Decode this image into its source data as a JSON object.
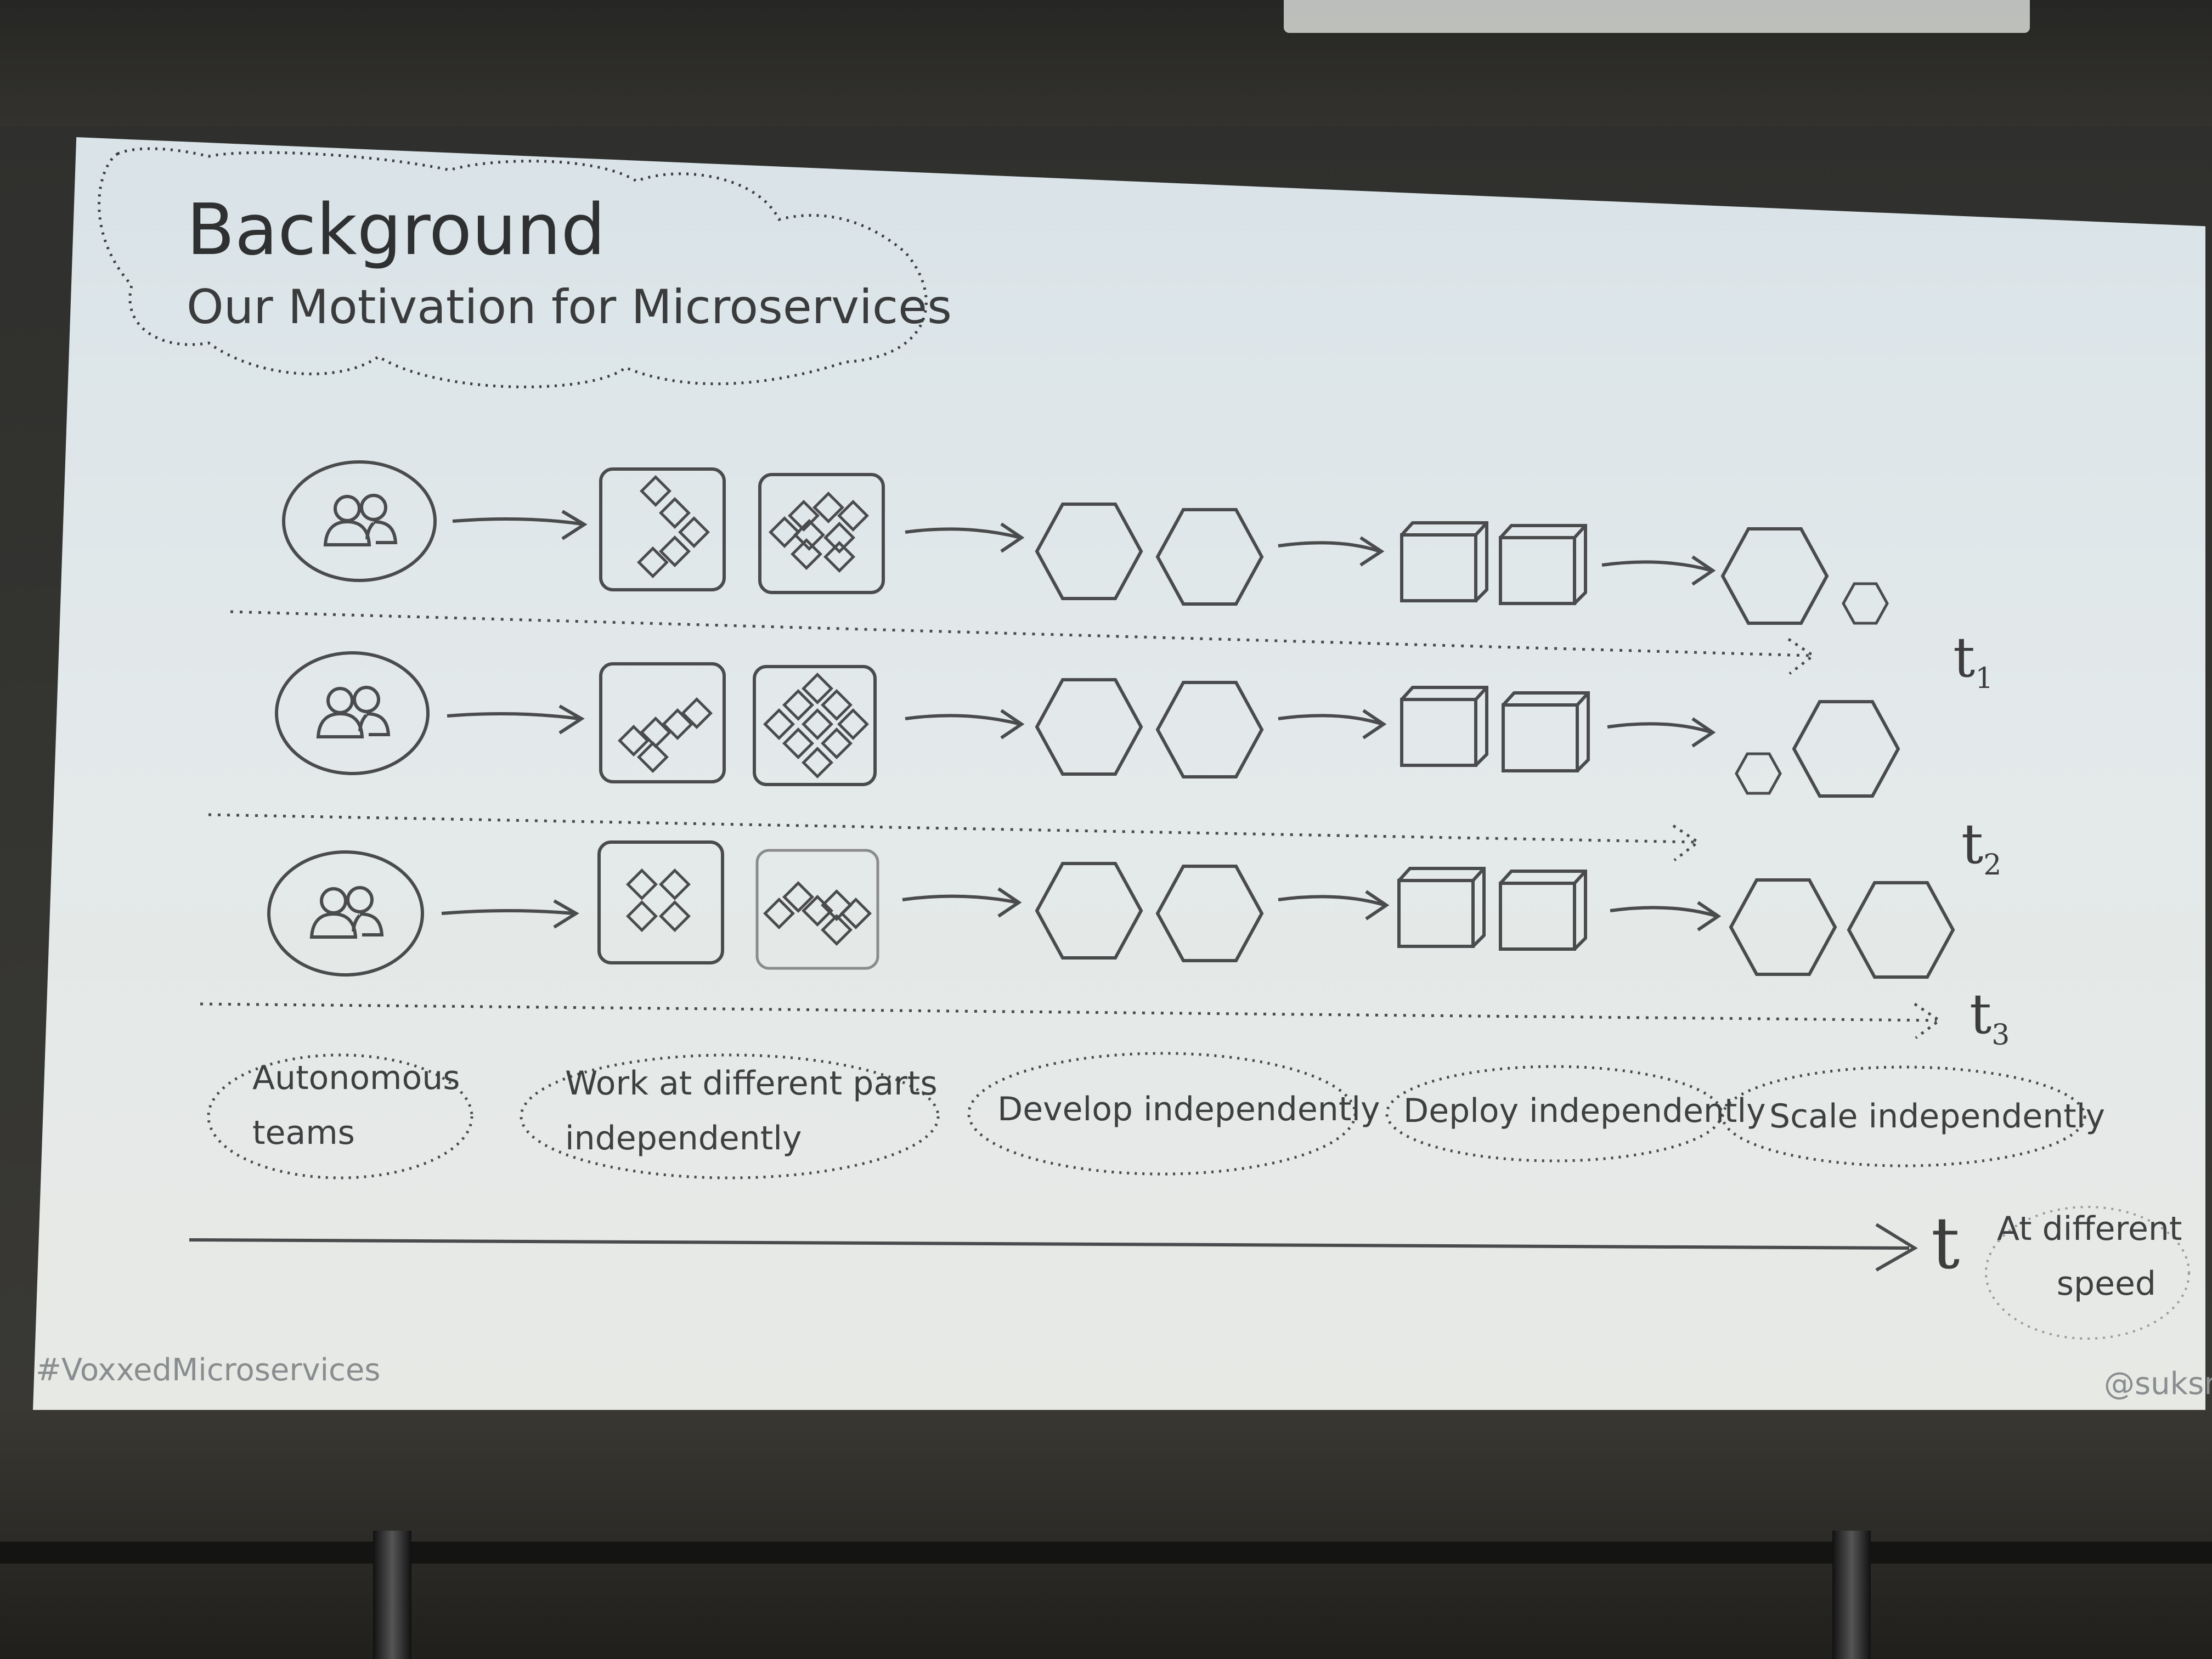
{
  "slide": {
    "title": "Background",
    "subtitle": "Our Motivation for Microservices",
    "timeline_labels": [
      {
        "base": "t",
        "sub": "1"
      },
      {
        "base": "t",
        "sub": "2"
      },
      {
        "base": "t",
        "sub": "3"
      }
    ],
    "captions": [
      {
        "line1": "Autonomous",
        "line2": "teams"
      },
      {
        "line1": "Work at different parts",
        "line2": "independently"
      },
      {
        "line1": "Develop independently",
        "line2": ""
      },
      {
        "line1": "Deploy independently",
        "line2": ""
      },
      {
        "line1": "Scale independently",
        "line2": ""
      }
    ],
    "time_axis_label": "t",
    "speed_note": {
      "line1": "At different",
      "line2": "speed"
    },
    "footer_left": "#VoxxedMicroservices",
    "footer_right": "@suksr"
  },
  "colors": {
    "ink": "#3c3d3e",
    "slide_background": "#e3e9ea",
    "footer_text": "#8a8d8f"
  },
  "icons": [
    "team-icon",
    "component-grid-icon",
    "hexagon-icon",
    "cube-icon",
    "arrow-icon",
    "cloud-bubble"
  ]
}
